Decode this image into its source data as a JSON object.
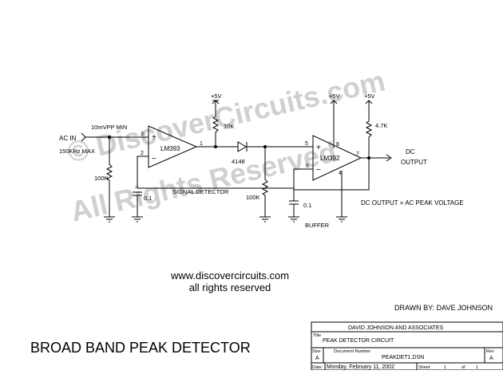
{
  "watermark": {
    "line1": "© DiscoverCircuits.com",
    "line2": "All Rights Reserved"
  },
  "schematic": {
    "ac_in": "AC IN",
    "input_level": "10mVPP MIN",
    "input_freq": "150KHz MAX",
    "supply1": "+5V",
    "supply2": "+5V",
    "supply3": "+5V",
    "r_input": "100K",
    "c_input": "0.1",
    "opamp1": "LM393",
    "opamp1_pin2": "2",
    "opamp1_pin3": "3",
    "opamp1_pin1": "1",
    "r_pullup1": "10K",
    "diode": "4148",
    "signal_detector": "SIGNAL DETECTOR",
    "r_hold": "100K",
    "c_hold": "0.1",
    "opamp2": "LM392",
    "opamp2_pin5": "5",
    "opamp2_pin6": "6",
    "opamp2_pin7": "7",
    "opamp2_pin8": "8",
    "opamp2_pin4": "4",
    "r_pullup2": "4.7K",
    "output_label_1": "DC",
    "output_label_2": "OUTPUT",
    "buffer": "BUFFER",
    "c_buffer": "0.1",
    "note": "DC OUTPUT = AC PEAK VOLTAGE"
  },
  "website": {
    "url": "www.discovercircuits.com",
    "rights": "all rights reserved"
  },
  "drawn_by": "DRAWN BY: DAVE JOHNSON",
  "main_title": "BROAD BAND PEAK DETECTOR",
  "title_block": {
    "company": "DAVID JOHNSON AND ASSOCIATES",
    "title_label": "Title",
    "title": "PEAK DETECTOR CIRCUIT",
    "size_label": "Size",
    "size": "A",
    "docnum_label": "Document Number",
    "docnum": "PEAKDET1.DSN",
    "rev_label": "Rev",
    "rev": "A",
    "date_label": "Date:",
    "date": "Monday, February 11, 2002",
    "sheet_label": "Sheet",
    "sheet": "1",
    "of_label": "of",
    "of": "1"
  }
}
